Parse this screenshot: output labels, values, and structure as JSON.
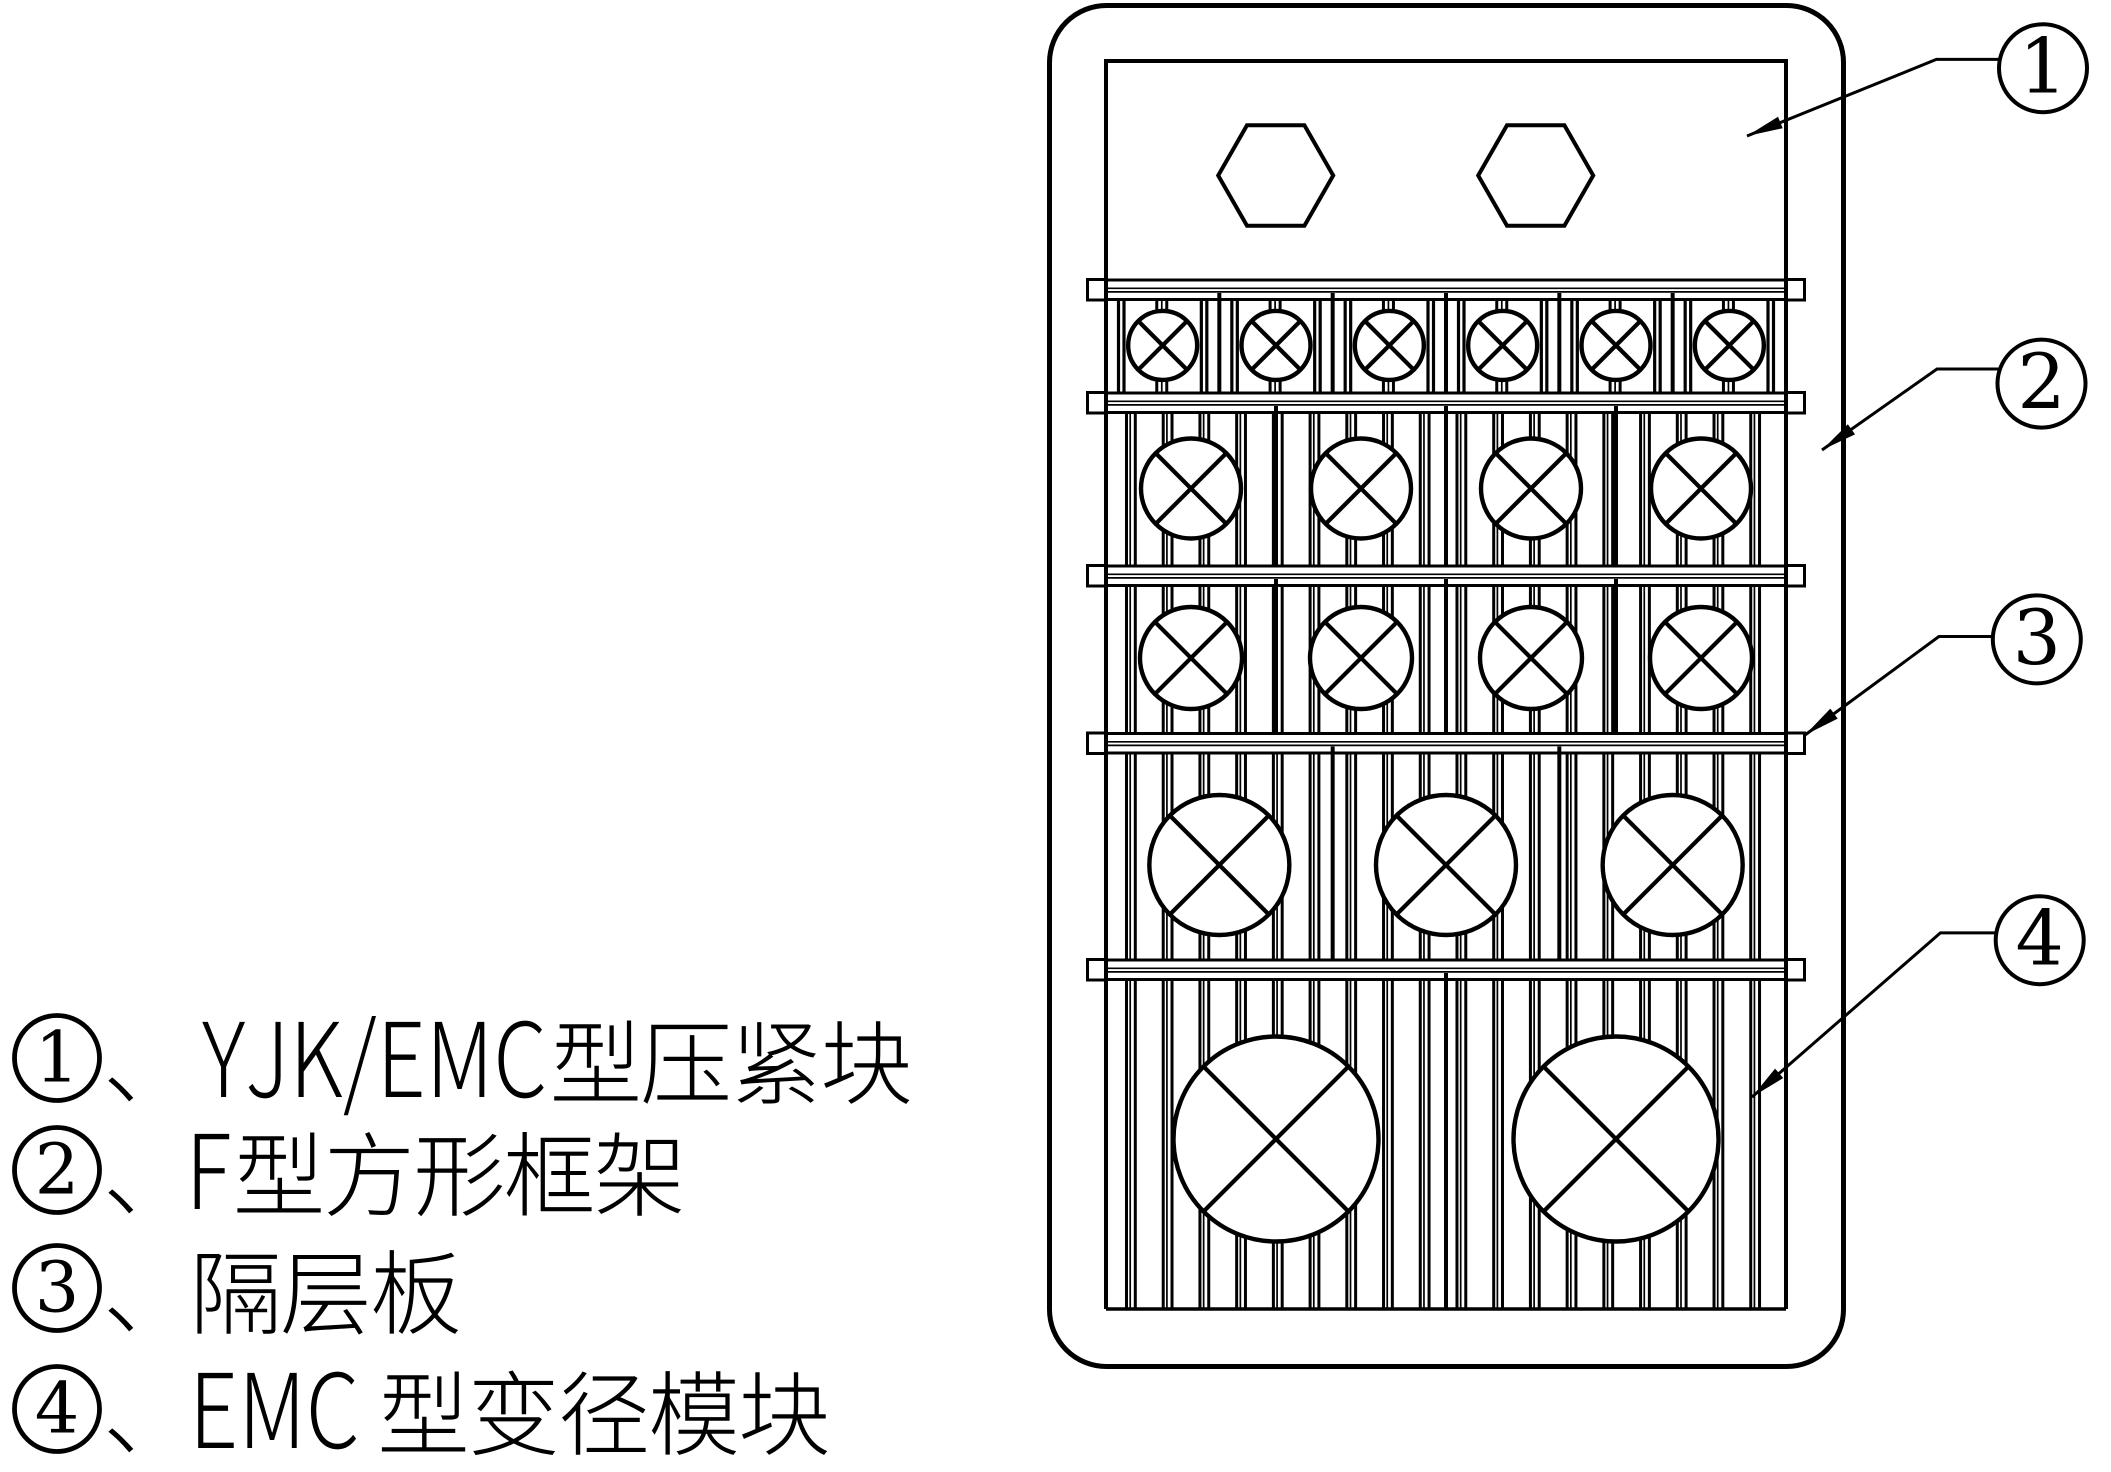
{
  "figure": {
    "title": "filter device cross-section patent drawing",
    "callouts": [
      {
        "number": "1",
        "target": "compression-block"
      },
      {
        "number": "2",
        "target": "square-frame"
      },
      {
        "number": "3",
        "target": "separator-plate"
      },
      {
        "number": "4",
        "target": "variable-diameter-module"
      }
    ],
    "legend": [
      {
        "number": "1",
        "separator": "、",
        "label": "YJK/EMC型压紧块"
      },
      {
        "number": "2",
        "separator": "、",
        "label": "F型方形框架"
      },
      {
        "number": "3",
        "separator": "、",
        "label": "隔层板"
      },
      {
        "number": "4",
        "separator": "、",
        "label": "EMC型变径模块"
      }
    ]
  },
  "colors": {
    "ink": "#000000",
    "paper": "#ffffff"
  }
}
